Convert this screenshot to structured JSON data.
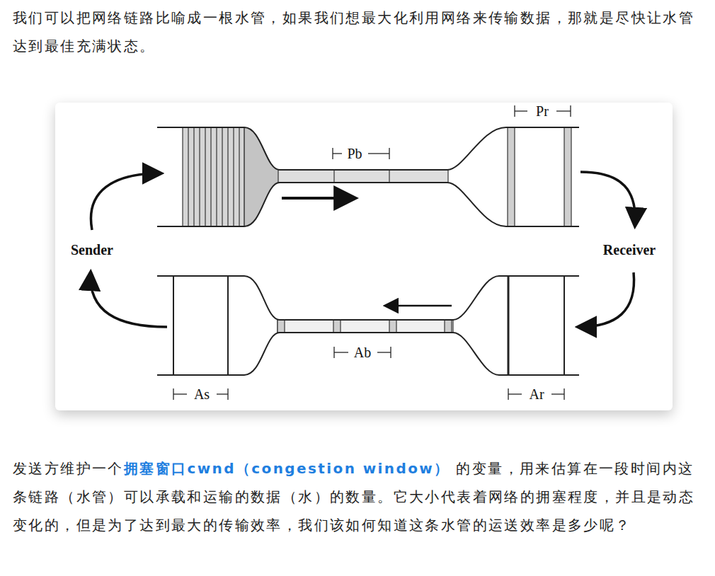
{
  "diagram": {
    "labels": [
      "我们可以把网络链路比喻成一根水管，如果我们想最大化利用网络来传输数据，那就是尽快让水管达到最佳充满状态。",
      "Pr",
      "Pb",
      "Sender",
      "Receiver",
      "Ab",
      "As",
      "Ar",
      "发送方维护一个",
      "拥塞窗口cwnd（congestion window）",
      " 的变量，用来估算在一段时间内这条链路（水管）可以承载和运输的数据（水）的数量。它大小代表着网络的拥塞程度，并且是动态变化的，但是为了达到最大的传输效率，我们该如何知道这条水管的运送效率是多少呢？"
    ]
  }
}
